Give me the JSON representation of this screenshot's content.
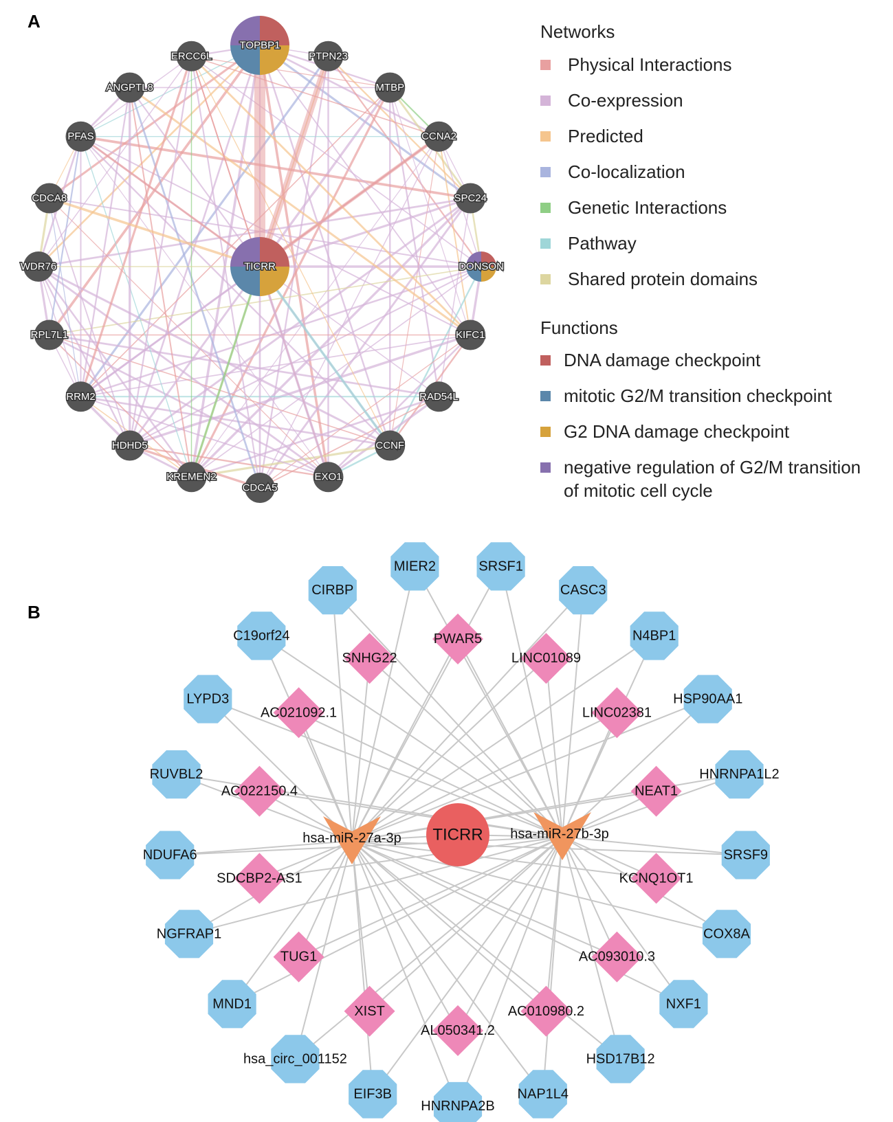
{
  "panelA": {
    "label": "A",
    "center": "TICRR",
    "nodes": [
      {
        "label": "TOPBP1",
        "kind": "pie",
        "functions": [
          "neg",
          "dna",
          "g2",
          "mit"
        ]
      },
      {
        "label": "PTPN23",
        "kind": "gene"
      },
      {
        "label": "MTBP",
        "kind": "gene"
      },
      {
        "label": "CCNA2",
        "kind": "gene"
      },
      {
        "label": "SPC24",
        "kind": "gene"
      },
      {
        "label": "DONSON",
        "kind": "pie",
        "functions": [
          "neg",
          "dna",
          "g2",
          "mit"
        ]
      },
      {
        "label": "KIFC1",
        "kind": "gene"
      },
      {
        "label": "RAD54L",
        "kind": "gene"
      },
      {
        "label": "CCNF",
        "kind": "gene"
      },
      {
        "label": "EXO1",
        "kind": "gene"
      },
      {
        "label": "CDCA5",
        "kind": "gene"
      },
      {
        "label": "KREMEN2",
        "kind": "gene"
      },
      {
        "label": "HDHD5",
        "kind": "gene"
      },
      {
        "label": "RRM2",
        "kind": "gene"
      },
      {
        "label": "RPL7L1",
        "kind": "gene"
      },
      {
        "label": "WDR76",
        "kind": "gene"
      },
      {
        "label": "CDCA8",
        "kind": "gene"
      },
      {
        "label": "PFAS",
        "kind": "gene"
      },
      {
        "label": "ANGPTL8",
        "kind": "gene"
      },
      {
        "label": "ERCC6L",
        "kind": "gene"
      }
    ],
    "legend": {
      "networks_title": "Networks",
      "networks": [
        {
          "label": "Physical Interactions",
          "color": "#e8a0a0"
        },
        {
          "label": "Co-expression",
          "color": "#d4b4d8"
        },
        {
          "label": "Predicted",
          "color": "#f5c58e"
        },
        {
          "label": "Co-localization",
          "color": "#a9b4de"
        },
        {
          "label": "Genetic Interactions",
          "color": "#8fce85"
        },
        {
          "label": "Pathway",
          "color": "#9fd6d8"
        },
        {
          "label": "Shared protein domains",
          "color": "#ddd6a0"
        }
      ],
      "functions_title": "Functions",
      "functions": [
        {
          "key": "dna",
          "label": "DNA damage checkpoint",
          "color": "#c0605e"
        },
        {
          "key": "mit",
          "label": "mitotic G2/M transition checkpoint",
          "color": "#5b87aa"
        },
        {
          "key": "g2",
          "label": "G2 DNA damage checkpoint",
          "color": "#d6a23c"
        },
        {
          "key": "neg",
          "label": "negative regulation of G2/M transition",
          "label2": "of mitotic cell cycle",
          "color": "#8770ae"
        }
      ]
    }
  },
  "panelB": {
    "label": "B",
    "center": "TICRR",
    "mirnas": [
      "hsa-miR-27a-3p",
      "hsa-miR-27b-3p"
    ],
    "lncrnas": [
      "PWAR5",
      "LINC01089",
      "LINC02381",
      "NEAT1",
      "KCNQ1OT1",
      "AC093010.3",
      "AC010980.2",
      "AL050341.2",
      "XIST",
      "TUG1",
      "SDCBP2-AS1",
      "AC022150.4",
      "AC021092.1",
      "SNHG22"
    ],
    "mrnas": [
      "SRSF1",
      "CASC3",
      "N4BP1",
      "HSP90AA1",
      "HNRNPA1L2",
      "SRSF9",
      "COX8A",
      "NXF1",
      "HSD17B12",
      "NAP1L4",
      "HNRNPA2B",
      "EIF3B",
      "hsa_circ_001152",
      "MND1",
      "NGFRAP1",
      "NDUFA6",
      "RUVBL2",
      "LYPD3",
      "C19orf24",
      "CIRBP",
      "MIER2"
    ],
    "colors": {
      "center": "#e96060",
      "mirna": "#f0955e",
      "lncrna": "#ee88b8",
      "mrna": "#8cc8ea",
      "edge": "#c8c8c8"
    }
  }
}
